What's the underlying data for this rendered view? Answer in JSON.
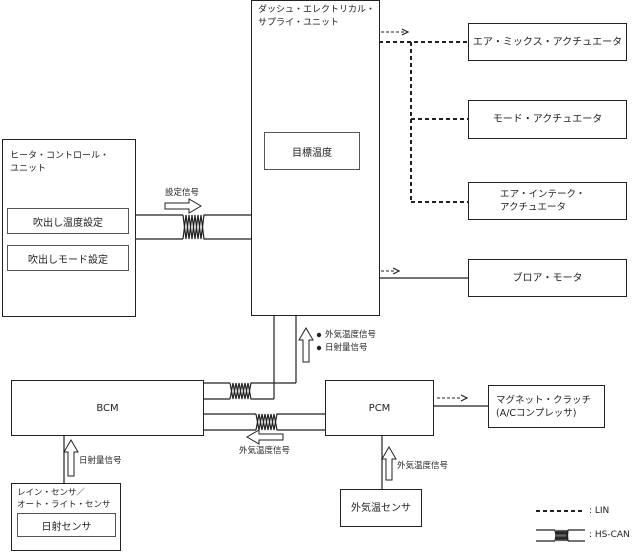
{
  "diagram": {
    "nodes": {
      "dash_supply_unit": {
        "label": "ダッシュ・エレクトリカル・\nサプライ・ユニット",
        "inner": "目標温度"
      },
      "heater_control_unit": {
        "label": "ヒータ・コントロール・\nユニット",
        "inner": [
          "吹出し温度設定",
          "吹出しモード設定"
        ]
      },
      "air_mix_actuator": {
        "label": "エア・ミックス・アクチュエータ"
      },
      "mode_actuator": {
        "label": "モード・アクチュエータ"
      },
      "air_intake_actuator": {
        "label": "エア・インテーク・\nアクチュエータ"
      },
      "blower_motor": {
        "label": "ブロア・モータ"
      },
      "bcm": {
        "label": "BCM"
      },
      "pcm": {
        "label": "PCM"
      },
      "magnet_clutch": {
        "label": "マグネット・クラッチ\n(A/Cコンプレッサ)"
      },
      "rain_sensor": {
        "label": "レイン・センサ／\nオート・ライト・センサ",
        "inner": "日射センサ"
      },
      "ambient_sensor": {
        "label": "外気温センサ"
      }
    },
    "signals": {
      "setting_signal": "設定信号",
      "ambient_temp_signal": "外気温度信号",
      "solar_signal": "日射量信号",
      "bullet_ambient": "外気温度信号",
      "bullet_solar": "日射量信号",
      "bcm_to_pcm_ambient": "外気温度信号",
      "pcm_ambient": "外気温度信号"
    },
    "legend": {
      "lin": ": LIN",
      "hscan": ": HS-CAN"
    },
    "colors": {
      "line": "#222222",
      "background": "#ffffff"
    }
  }
}
